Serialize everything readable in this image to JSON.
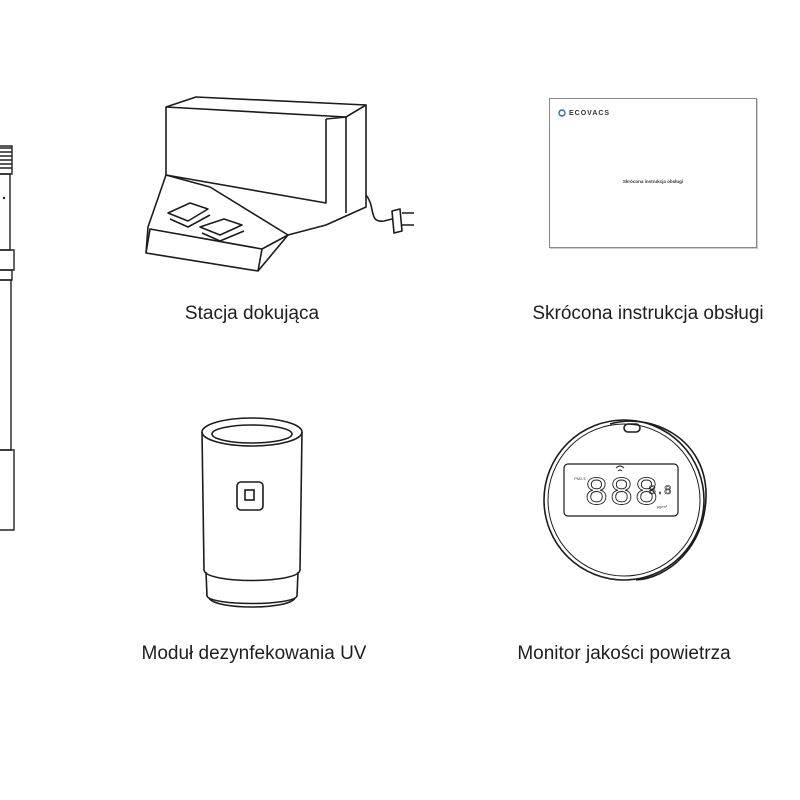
{
  "items": [
    {
      "label": "Stacja dokująca",
      "icon": "docking-station-icon"
    },
    {
      "label": "Skrócona instrukcja obsługi",
      "icon": "quick-guide-icon"
    },
    {
      "label": "Moduł dezynfekowania UV",
      "icon": "uv-module-icon"
    },
    {
      "label": "Monitor jakości powietrza",
      "icon": "air-quality-monitor-icon"
    }
  ],
  "guide": {
    "brand": "ECOVACS",
    "title": "Skrócona instrukcja obsługi"
  },
  "monitor": {
    "readout": "888",
    "small_readout": "8.8",
    "label_left": "PM2.5",
    "label_right": "μg/m³"
  }
}
